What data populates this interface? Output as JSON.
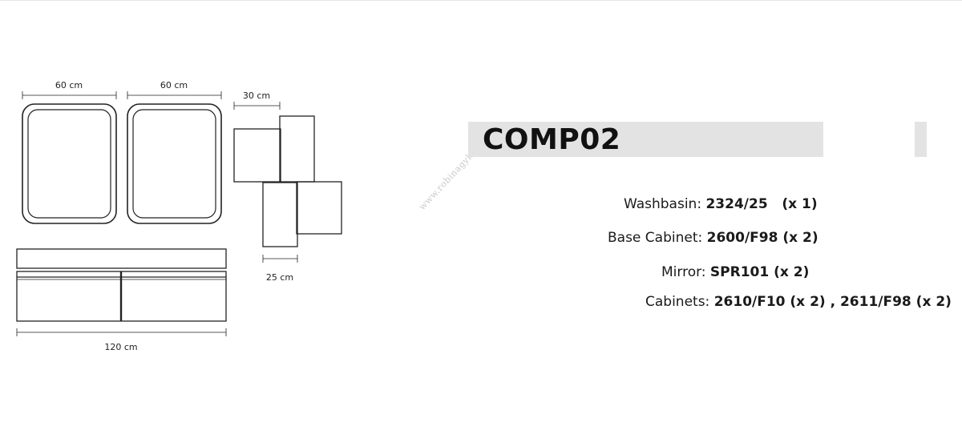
{
  "drawing": {
    "mirror_left_width": "60 cm",
    "mirror_right_width": "60 cm",
    "cabinet_top_width": "30 cm",
    "cabinet_bottom_width": "25 cm",
    "base_width": "120 cm"
  },
  "title": "COMP02",
  "specs": [
    {
      "label": "Washbasin: ",
      "value": "2324/25   (x 1)"
    },
    {
      "label": "Base Cabinet: ",
      "value": "2600/F98 (x 2)"
    },
    {
      "label": "Mirror: ",
      "value": "SPR101 (x 2)"
    },
    {
      "label": "Cabinets: ",
      "value": "2610/F10 (x 2) , 2611/F98 (x 2)"
    }
  ],
  "watermark": "www.robinagyker.hu"
}
